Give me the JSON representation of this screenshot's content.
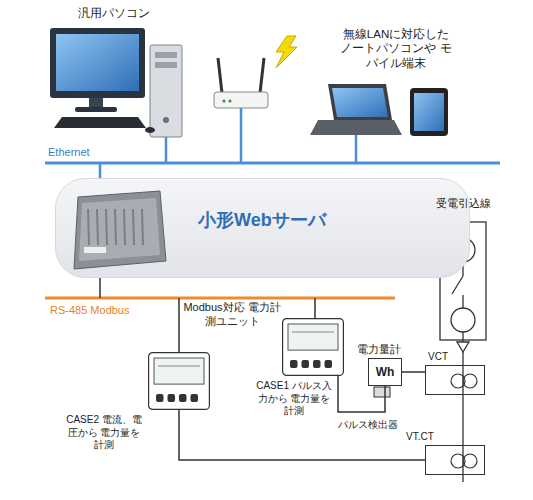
{
  "diagram": {
    "nodes": [
      {
        "text": [
          "小形Webサーバ"
        ]
      },
      {
        "text": [
          "CASE1 パルス入力から 電力量を計測"
        ]
      },
      {
        "text": [
          "電力量計",
          "Wh"
        ]
      },
      {
        "text": [
          "VCT"
        ]
      },
      {
        "text": [
          "CASE2 電流、電圧から 電力量を計測"
        ]
      },
      {
        "text": [
          "VT.CT"
        ]
      }
    ],
    "edges": [
      {
        "from": 1,
        "to": 2,
        "arrow": "none"
      },
      {
        "from": 2,
        "to": 3,
        "arrow": "none"
      },
      {
        "from": 4,
        "to": 5,
        "arrow": "none"
      }
    ],
    "labels": [
      "汎用パソコン",
      "無線LANに対応した ノートパソコンや モバイル端末",
      "Ethernet",
      "RS-485 Modbus",
      "Modbus対応 電力計測ユニット",
      "受電引込線",
      "パルス検出器"
    ]
  }
}
